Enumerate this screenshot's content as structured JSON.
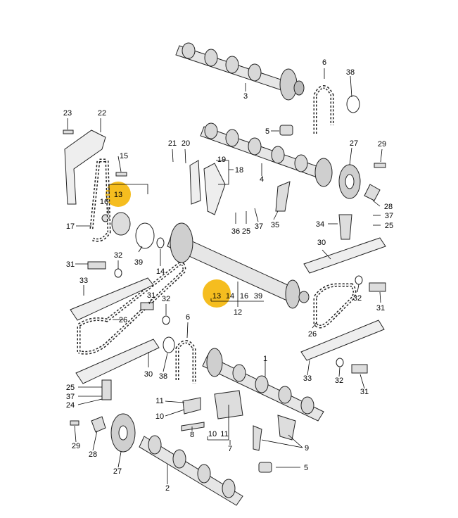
{
  "highlight_color": "#f5bd1f",
  "callouts": {
    "c1": "1",
    "c2": "2",
    "c3": "3",
    "c4": "4",
    "c5a": "5",
    "c5b": "5",
    "c6a": "6",
    "c6b": "6",
    "c7": "7",
    "c8": "8",
    "c9": "9",
    "c10a": "10",
    "c10b": "10",
    "c11a": "11",
    "c11b": "11",
    "c12": "12",
    "c13a": "13",
    "c13b": "13",
    "c14a": "14",
    "c14b": "14",
    "c15": "15",
    "c16a": "16",
    "c16b": "16",
    "c17": "17",
    "c18": "18",
    "c19": "19",
    "c20": "20",
    "c21": "21",
    "c22": "22",
    "c23": "23",
    "c24": "24",
    "c25a": "25",
    "c25b": "25",
    "c25c": "25",
    "c26a": "26",
    "c26b": "26",
    "c27a": "27",
    "c27b": "27",
    "c28a": "28",
    "c28b": "28",
    "c29a": "29",
    "c29b": "29",
    "c30a": "30",
    "c30b": "30",
    "c31a": "31",
    "c31b": "31",
    "c31c": "31",
    "c31d": "31",
    "c32a": "32",
    "c32b": "32",
    "c32c": "32",
    "c32d": "32",
    "c33a": "33",
    "c33b": "33",
    "c34": "34",
    "c35": "35",
    "c36": "36",
    "c37a": "37",
    "c37b": "37",
    "c37c": "37",
    "c38a": "38",
    "c38b": "38",
    "c39a": "39",
    "c39b": "39"
  }
}
